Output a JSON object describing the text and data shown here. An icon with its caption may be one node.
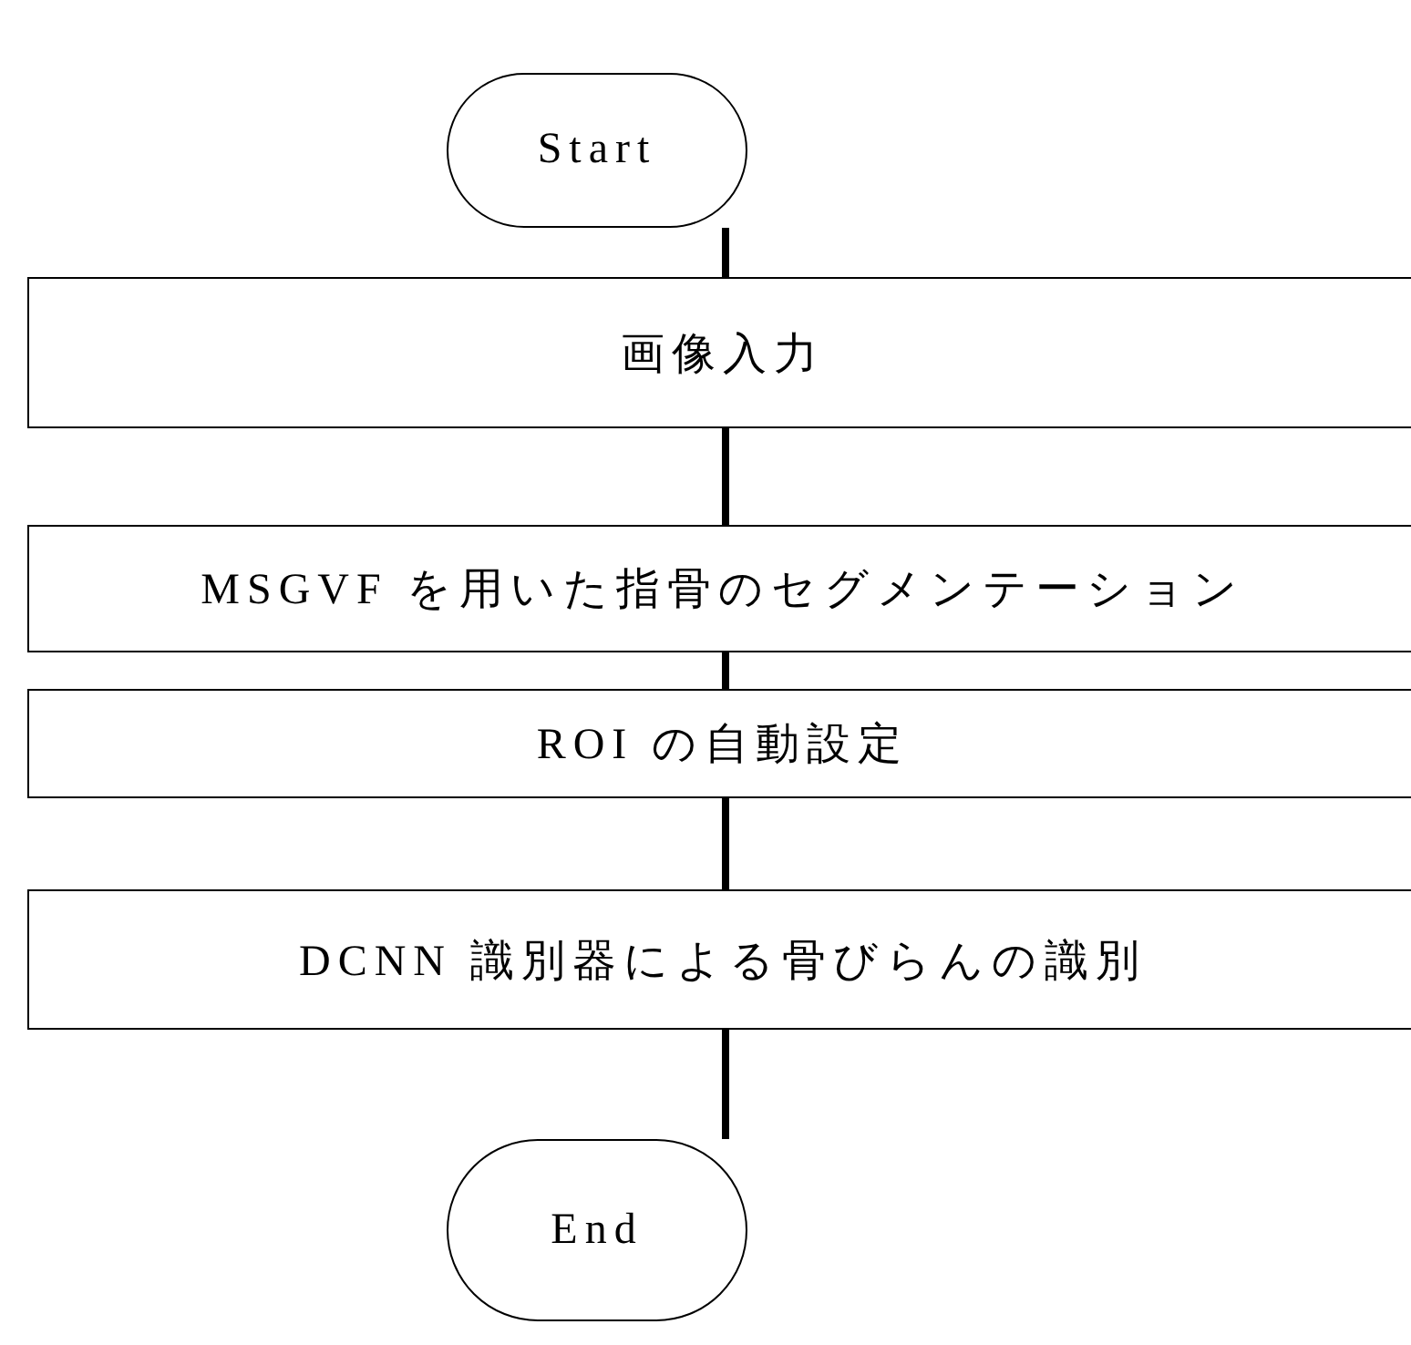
{
  "diagram": {
    "nodes": [
      {
        "text": [
          "Start"
        ]
      },
      {
        "text": [
          "画像入力"
        ]
      },
      {
        "text": [
          "MSGVF を用いた指骨のセグメンテーション"
        ]
      },
      {
        "text": [
          "ROI の自動設定"
        ]
      },
      {
        "text": [
          "DCNN 識別器による骨びらんの識別"
        ]
      },
      {
        "text": [
          "End"
        ]
      }
    ],
    "edges": [
      {
        "from": 0,
        "to": 1,
        "arrow": "none"
      },
      {
        "from": 1,
        "to": 2,
        "arrow": "none"
      },
      {
        "from": 2,
        "to": 3,
        "arrow": "none"
      },
      {
        "from": 3,
        "to": 4,
        "arrow": "none"
      },
      {
        "from": 4,
        "to": 5,
        "arrow": "none"
      }
    ]
  }
}
